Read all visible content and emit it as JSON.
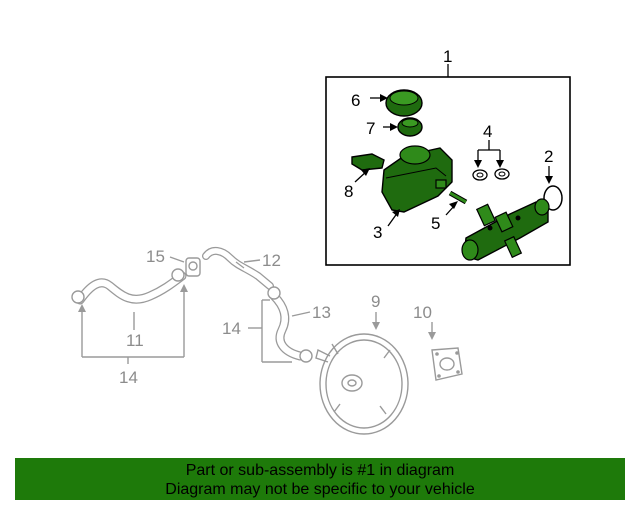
{
  "callouts": {
    "c1": "1",
    "c2": "2",
    "c3": "3",
    "c4": "4",
    "c5": "5",
    "c6": "6",
    "c7": "7",
    "c8": "8",
    "c9": "9",
    "c10": "10",
    "c11": "11",
    "c12": "12",
    "c13": "13",
    "c14a": "14",
    "c14b": "14",
    "c15": "15"
  },
  "banner": {
    "line1": "Part or sub-assembly is #1 in diagram",
    "line2": "Diagram may not be specific to your vehicle"
  },
  "colors": {
    "highlight": "#1f6b0f",
    "banner": "#1e7a0a",
    "muted": "#9a9a9a"
  }
}
